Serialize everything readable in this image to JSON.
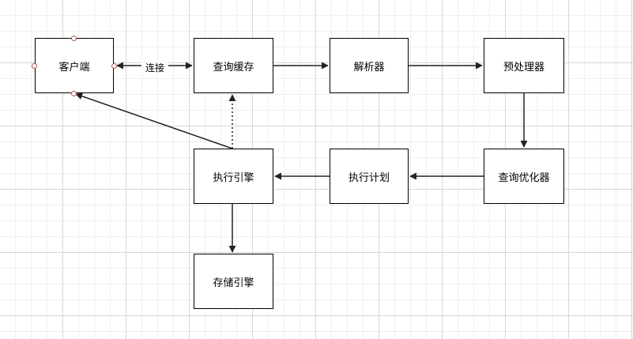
{
  "nodes": {
    "client": "客户端",
    "query_cache": "查询缓存",
    "parser": "解析器",
    "preprocessor": "预处理器",
    "query_optimizer": "查询优化器",
    "execution_plan": "执行计划",
    "execution_engine": "执行引擎",
    "storage_engine": "存储引擎"
  },
  "edges": {
    "client_cache_label": "连接"
  }
}
